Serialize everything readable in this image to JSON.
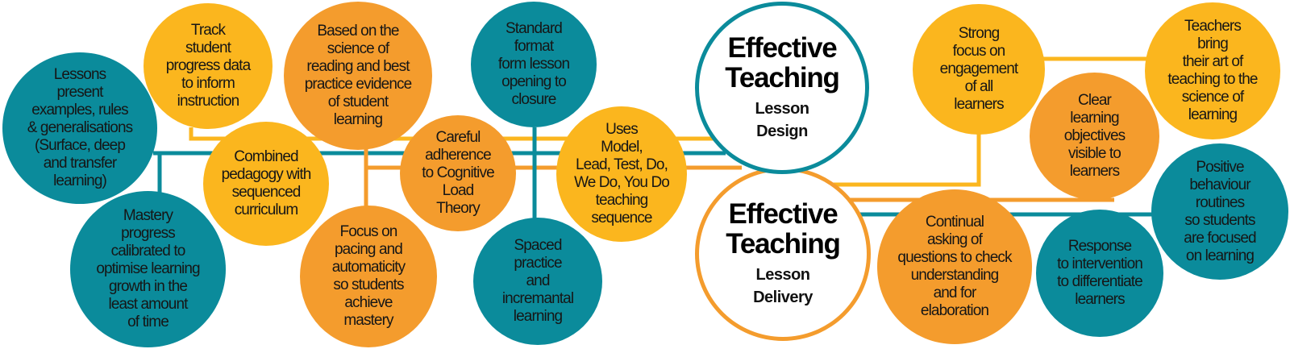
{
  "colors": {
    "teal": "#0b8b9b",
    "yellow": "#fbb61e",
    "orange": "#f49c2d"
  },
  "hubs": {
    "design": {
      "title": "Effective\nTeaching",
      "subtitle": "Lesson\nDesign"
    },
    "delivery": {
      "title": "Effective\nTeaching",
      "subtitle": "Lesson\nDelivery"
    }
  },
  "design_items": {
    "lessons_present": "Lessons\npresent\nexamples, rules\n& generalisations\n(Surface, deep\nand transfer\nlearning)",
    "track_progress": "Track\nstudent\nprogress data\nto inform\ninstruction",
    "science_of_reading": "Based on the\nscience of\nreading and best\npractice evidence\nof student\nlearning",
    "standard_format": "Standard\nformat\nform lesson\nopening to\nclosure",
    "combined_pedagogy": "Combined\npedagogy with\nsequenced\ncurriculum",
    "cognitive_load": "Careful\nadherence\nto Cognitive\nLoad\nTheory",
    "model_lead_test": "Uses\nModel,\nLead, Test, Do,\nWe Do, You Do\nteaching\nsequence",
    "mastery_progress": "Mastery\nprogress\ncalibrated to\noptimise learning\ngrowth in the\nleast amount\nof time",
    "pacing_automaticity": "Focus on\npacing and\nautomaticity\nso students\nachieve\nmastery",
    "spaced_practice": "Spaced\npractice\nand\nincremantal\nlearning"
  },
  "delivery_items": {
    "engagement": "Strong\nfocus on\nengagement\nof all\nlearners",
    "art_of_teaching": "Teachers\nbring\ntheir art of\nteaching to the\nscience of\nlearning",
    "learning_objectives": "Clear\nlearning\nobjectives\nvisible to\nlearners",
    "behaviour_routines": "Positive\nbehaviour\nroutines\nso students\nare focused\non learning",
    "questioning": "Continual\nasking of\nquestions to check\nunderstanding\nand for\nelaboration",
    "response_to_intervention": "Response\nto intervention\nto differentiate\nlearners"
  }
}
